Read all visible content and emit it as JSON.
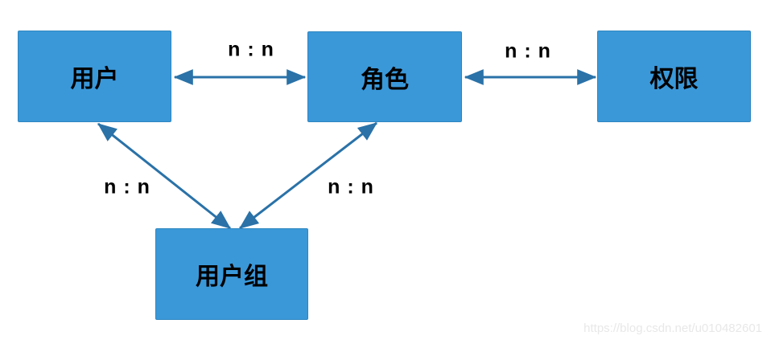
{
  "diagram": {
    "type": "entity-relationship",
    "nodes": [
      {
        "id": "user",
        "label": "用户"
      },
      {
        "id": "role",
        "label": "角色"
      },
      {
        "id": "permission",
        "label": "权限"
      },
      {
        "id": "user_group",
        "label": "用户组"
      }
    ],
    "edges": [
      {
        "from": "用户",
        "to": "角色",
        "label": "n : n",
        "style": "double-arrow"
      },
      {
        "from": "角色",
        "to": "权限",
        "label": "n : n",
        "style": "double-arrow"
      },
      {
        "from": "用户",
        "to": "用户组",
        "label": "n : n",
        "style": "double-arrow"
      },
      {
        "from": "角色",
        "to": "用户组",
        "label": "n : n",
        "style": "double-arrow"
      }
    ],
    "watermark": "https://blog.csdn.net/u010482601",
    "colors": {
      "node_fill": "#3a98d9",
      "node_border": "#2e85c0",
      "arrow": "#2a72a8",
      "text": "#000000",
      "watermark": "#e8e8e8",
      "background": "#ffffff"
    }
  }
}
